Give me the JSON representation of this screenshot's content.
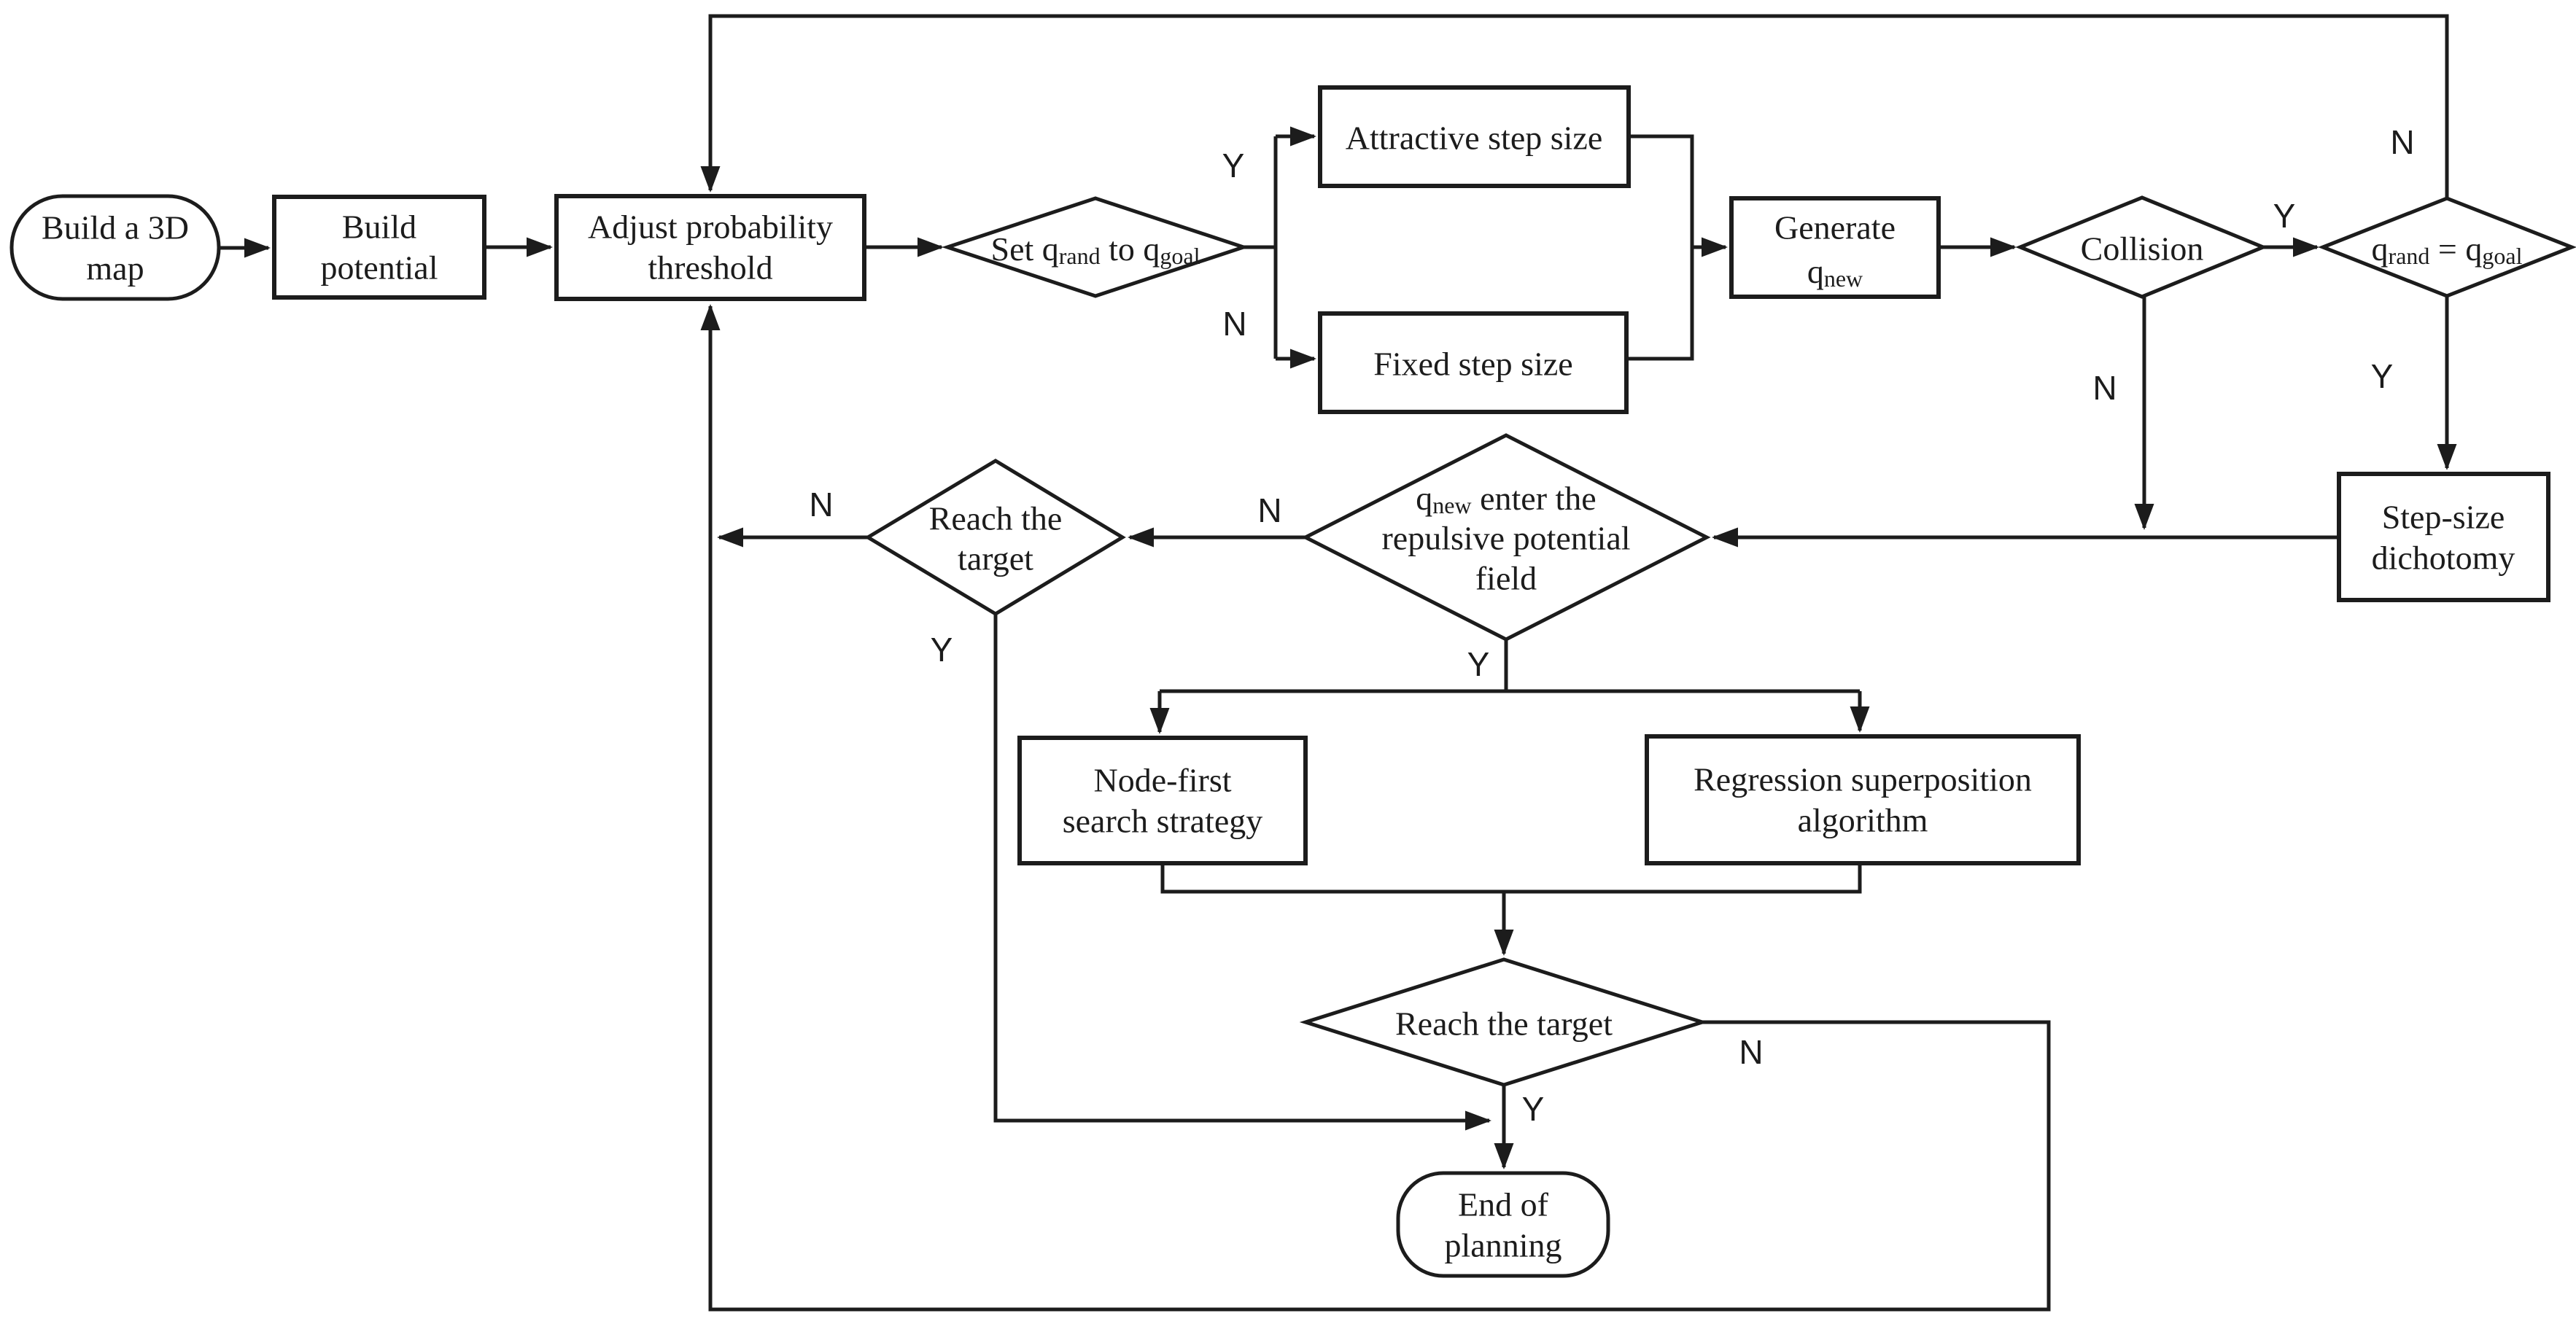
{
  "figure": {
    "kind": "flowchart",
    "description": "Path-planning algorithm flowchart"
  },
  "colors": {
    "background": "#ffffff",
    "stroke": "#1c1c1c",
    "text": "#1c1c1c"
  },
  "branch_labels": {
    "yes": "Y",
    "no": "N"
  },
  "nodes": {
    "build_map": {
      "shape": "terminator",
      "lines": [
        "Build a 3D",
        "map"
      ]
    },
    "build_potential": {
      "shape": "process",
      "lines": [
        "Build",
        "potential"
      ]
    },
    "adjust_threshold": {
      "shape": "process",
      "lines": [
        "Adjust probability",
        "threshold"
      ]
    },
    "set_qrand_to_qgoal": {
      "shape": "decision",
      "parts": [
        {
          "t": "Set q"
        },
        {
          "t": "rand",
          "sub": true
        },
        {
          "t": " to q"
        },
        {
          "t": "goal",
          "sub": true
        }
      ]
    },
    "attractive_step_size": {
      "shape": "process",
      "lines": [
        "Attractive step size"
      ]
    },
    "fixed_step_size": {
      "shape": "process",
      "lines": [
        "Fixed step size"
      ]
    },
    "generate_qnew": {
      "shape": "process",
      "line1": "Generate",
      "line2_parts": [
        {
          "t": "q"
        },
        {
          "t": "new",
          "sub": true
        }
      ]
    },
    "collision": {
      "shape": "decision",
      "lines": [
        "Collision"
      ]
    },
    "qrand_equals_qgoal": {
      "shape": "decision",
      "parts": [
        {
          "t": "q"
        },
        {
          "t": "rand",
          "sub": true
        },
        {
          "t": " = q"
        },
        {
          "t": "goal",
          "sub": true
        }
      ]
    },
    "step_size_dichotomy": {
      "shape": "process",
      "lines": [
        "Step-size",
        "dichotomy"
      ]
    },
    "qnew_enter_repulsive_field": {
      "shape": "decision",
      "line1_parts": [
        {
          "t": "q"
        },
        {
          "t": "new",
          "sub": true
        },
        {
          "t": " enter the"
        }
      ],
      "line2": "repulsive potential",
      "line3": "field"
    },
    "reach_target_1": {
      "shape": "decision",
      "lines": [
        "Reach the",
        "target"
      ]
    },
    "node_first_search": {
      "shape": "process",
      "lines": [
        "Node-first",
        "search strategy"
      ]
    },
    "regression_superposition": {
      "shape": "process",
      "lines": [
        "Regression superposition",
        "algorithm"
      ]
    },
    "reach_target_2": {
      "shape": "decision",
      "lines": [
        "Reach the target"
      ]
    },
    "end_of_planning": {
      "shape": "terminator",
      "lines": [
        "End of",
        "planning"
      ]
    }
  }
}
